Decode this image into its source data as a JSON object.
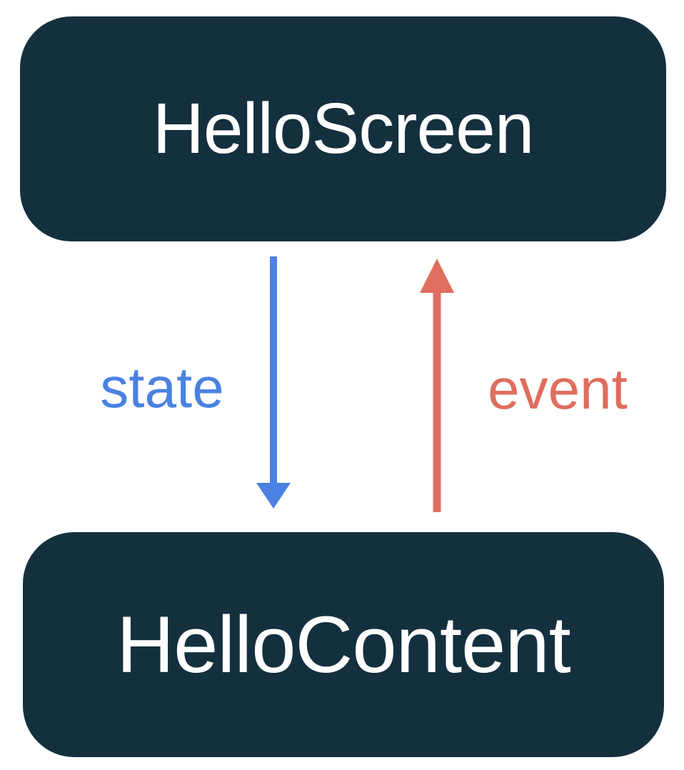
{
  "diagram": {
    "nodes": [
      {
        "id": "screen",
        "label": "HelloScreen"
      },
      {
        "id": "content",
        "label": "HelloContent"
      }
    ],
    "edges": [
      {
        "id": "state",
        "label": "state",
        "direction": "down",
        "from": "HelloScreen",
        "to": "HelloContent",
        "color": "#4A81E2"
      },
      {
        "id": "event",
        "label": "event",
        "direction": "up",
        "from": "HelloContent",
        "to": "HelloScreen",
        "color": "#DF6E5F"
      }
    ],
    "colors": {
      "node_background": "#14303F",
      "node_text": "#FFFFFF",
      "state_blue": "#4A81E2",
      "event_red": "#DF6E5F",
      "page_background": "#FFFFFF"
    }
  }
}
